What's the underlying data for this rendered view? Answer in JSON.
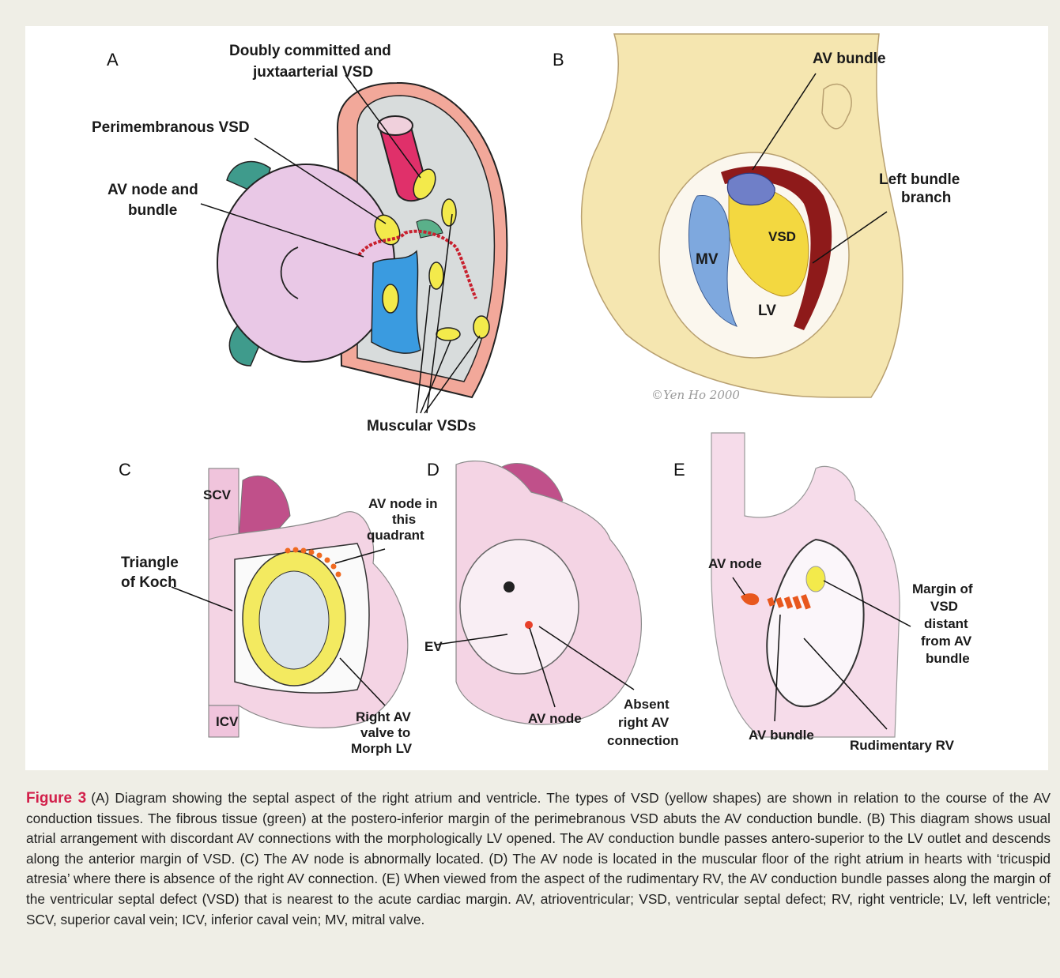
{
  "panels": {
    "A": {
      "letter": "A",
      "labels": {
        "doubly_line1": "Doubly committed and",
        "doubly_line2": "juxtaarterial VSD",
        "perimembranous": "Perimembranous VSD",
        "av_node_line1": "AV node and",
        "av_node_line2": "bundle",
        "muscular": "Muscular VSDs"
      }
    },
    "B": {
      "letter": "B",
      "labels": {
        "av_bundle": "AV bundle",
        "left_bundle_line1": "Left bundle",
        "left_bundle_line2": "branch",
        "vsd": "VSD",
        "mv": "MV",
        "lv": "LV",
        "copyright": "©Yen Ho 2000"
      }
    },
    "C": {
      "letter": "C",
      "labels": {
        "scv": "SCV",
        "icv": "ICV",
        "av_node_line1": "AV node in",
        "av_node_line2": "this",
        "av_node_line3": "quadrant",
        "triangle_line1": "Triangle",
        "triangle_line2": "of Koch",
        "right_av_line1": "Right AV",
        "right_av_line2": "valve to",
        "right_av_line3": "Morph LV"
      }
    },
    "D": {
      "letter": "D",
      "labels": {
        "ev": "EV",
        "av_node": "AV node",
        "absent_line1": "Absent",
        "absent_line2": "right AV",
        "absent_line3": "connection"
      }
    },
    "E": {
      "letter": "E",
      "labels": {
        "av_node": "AV node",
        "margin_line1": "Margin of",
        "margin_line2": "VSD",
        "margin_line3": "distant",
        "margin_line4": "from AV",
        "margin_line5": "bundle",
        "av_bundle": "AV bundle",
        "rudimentary": "Rudimentary RV"
      }
    }
  },
  "caption": {
    "label": "Figure 3",
    "text": "(A) Diagram showing the septal aspect of the right atrium and ventricle. The types of VSD (yellow shapes) are shown in relation to the course of the AV conduction tissues. The fibrous tissue (green) at the postero-inferior margin of the perimebranous VSD abuts the AV conduction bundle. (B) This diagram shows usual atrial arrangement with discordant AV connections with the morphologically LV opened. The AV conduction bundle passes antero-superior to the LV outlet and descends along the anterior margin of VSD. (C) The AV node is abnormally located. (D) The AV node is located in the muscular floor of the right atrium in hearts with ‘tricuspid atresia’ where there is absence of the right AV connection. (E) When viewed from the aspect of the rudimentary RV, the AV conduction bundle passes along the margin of the ventricular septal defect (VSD) that is nearest to the acute cardiac margin. AV, atrioventricular; VSD, ventricular septal defect; RV, right ventricle; LV, left ventricle; SCV, superior caval vein; ICV, inferior caval vein; MV, mitral valve."
  },
  "colors": {
    "panel_bg": "#efeee6",
    "caption_label": "#d21f4a",
    "vsd_yellow": "#f3ea4b",
    "right_atrium_pink": "#e9c8e6",
    "ventricle_grey": "#d8dcdc",
    "conduction_red": "#c8202e",
    "septum_blue": "#3a9be0",
    "fibrous_green": "#5ab08a",
    "heart_tan": "#f5e6b0",
    "aorta_magenta": "#e0306a",
    "dark_red_band": "#8e1a1a",
    "mv_blue": "#7ea8de",
    "node_orange": "#f07020",
    "pink_c": "#f0c4dc",
    "magenta_c": "#c0508a"
  }
}
